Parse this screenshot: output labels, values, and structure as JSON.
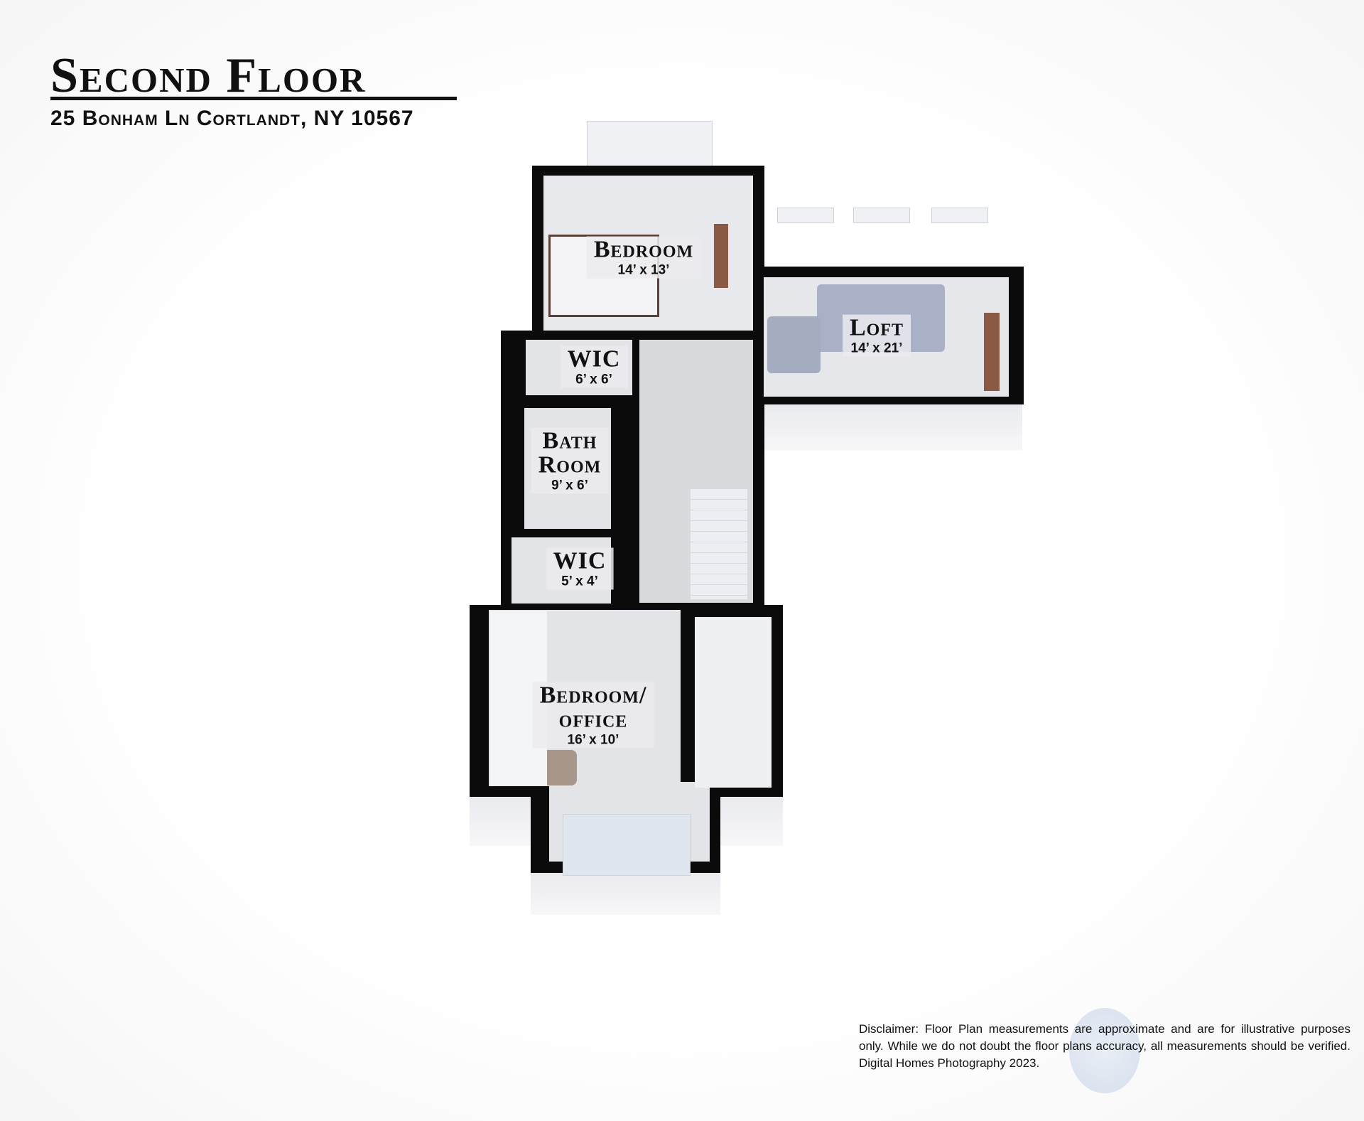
{
  "header": {
    "title": "Second Floor",
    "address": "25 Bonham Ln Cortlandt, NY 10567"
  },
  "rooms": [
    {
      "name": "Bedroom",
      "dimensions": "14’ x 13’"
    },
    {
      "name": "WIC",
      "dimensions": "6’ x 6’"
    },
    {
      "name": "Bath",
      "name2": "Room",
      "dimensions": "9’ x 6’"
    },
    {
      "name": "WIC",
      "dimensions": "5’ x 4’"
    },
    {
      "name": "Bedroom/",
      "name2": "office",
      "dimensions": "16’ x 10’"
    },
    {
      "name": "Loft",
      "dimensions": "14’ x 21’"
    }
  ],
  "footer": {
    "disclaimer": "Disclaimer: Floor Plan measurements are approximate and are for illustrative purposes only. While we do not doubt the floor plans accuracy, all measurements should be verified. Digital Homes Photography 2023."
  },
  "colors": {
    "wall": "#0b0b0b",
    "floor": "#e3e4e8",
    "sofa": "#a9b1c6",
    "wood": "#8a5a45"
  }
}
